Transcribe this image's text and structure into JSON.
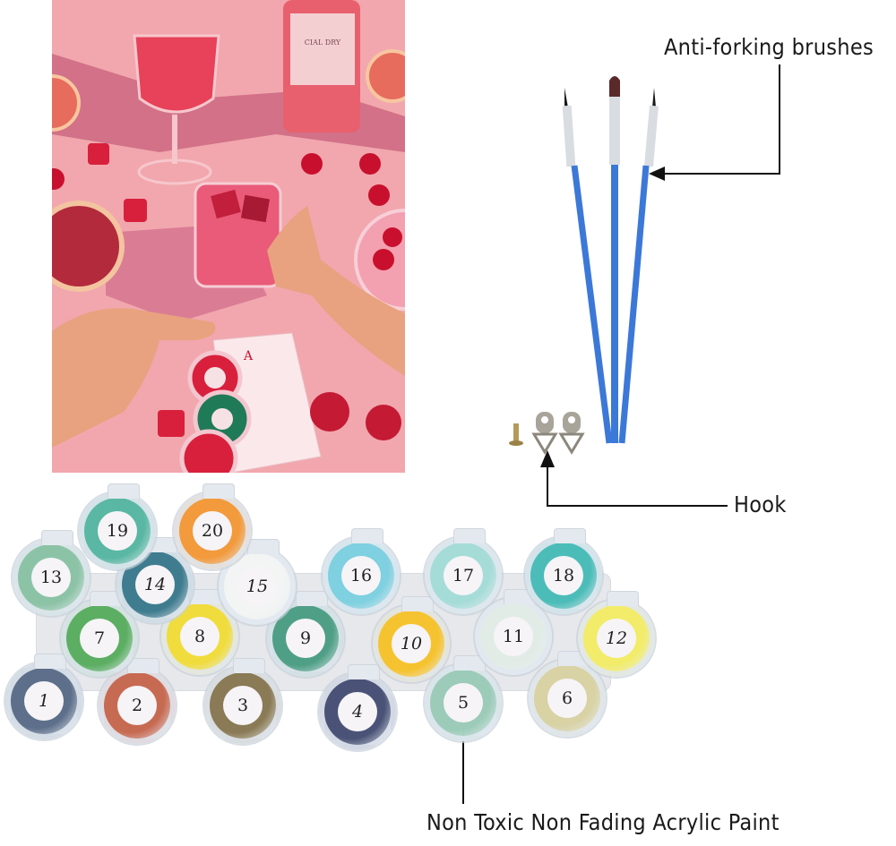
{
  "labels": {
    "brushes": "Anti-forking brushes",
    "hook": "Hook",
    "paint": "Non Toxic Non Fading Acrylic Paint"
  },
  "paint_cups": [
    {
      "number": "1",
      "color": "#5d6f8a"
    },
    {
      "number": "2",
      "color": "#c76a52"
    },
    {
      "number": "3",
      "color": "#8a7a55"
    },
    {
      "number": "4",
      "color": "#4a5377"
    },
    {
      "number": "5",
      "color": "#9ccbb9"
    },
    {
      "number": "6",
      "color": "#d8d2a4"
    },
    {
      "number": "7",
      "color": "#5cae63"
    },
    {
      "number": "8",
      "color": "#f0dc3c"
    },
    {
      "number": "9",
      "color": "#4f9f86"
    },
    {
      "number": "10",
      "color": "#f6c330"
    },
    {
      "number": "11",
      "color": "#e2ece6"
    },
    {
      "number": "12",
      "color": "#f2ec6a"
    },
    {
      "number": "13",
      "color": "#8cc3a6"
    },
    {
      "number": "14",
      "color": "#3f7c8f"
    },
    {
      "number": "15",
      "color": "#f3f5f4"
    },
    {
      "number": "16",
      "color": "#7fd0e0"
    },
    {
      "number": "17",
      "color": "#a6dcd8"
    },
    {
      "number": "18",
      "color": "#4cbcb9"
    },
    {
      "number": "19",
      "color": "#59b7a3"
    },
    {
      "number": "20",
      "color": "#f29a3c"
    }
  ],
  "colors": {
    "painting_bg": "#f1a7ad",
    "brush_handle": "#3c78d8",
    "text": "#1a1a1a"
  }
}
